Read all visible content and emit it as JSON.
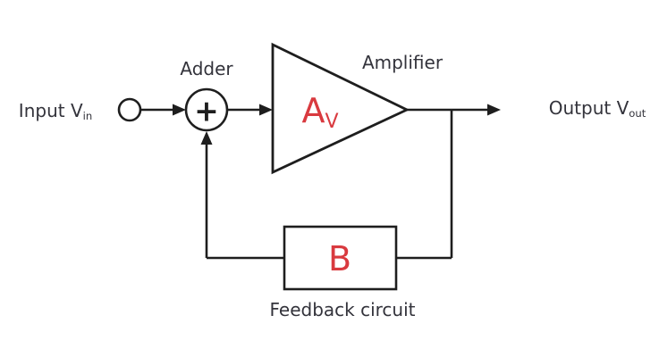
{
  "diagram": {
    "kind": "feedback-amplifier-block-diagram",
    "colors": {
      "line": "#1e1e1e",
      "text": "#33333b",
      "accent_red": "#d93a3f",
      "background": "#ffffff"
    }
  },
  "labels": {
    "input": {
      "main": "Input V",
      "sub": "in"
    },
    "adder": "Adder",
    "adder_symbol": "+",
    "amplifier": "Amplifier",
    "amplifier_gain": {
      "main": "A",
      "sub": "V"
    },
    "output": {
      "main": "Output V",
      "sub": "out"
    },
    "feedback_gain": "B",
    "feedback_caption": "Feedback circuit"
  }
}
